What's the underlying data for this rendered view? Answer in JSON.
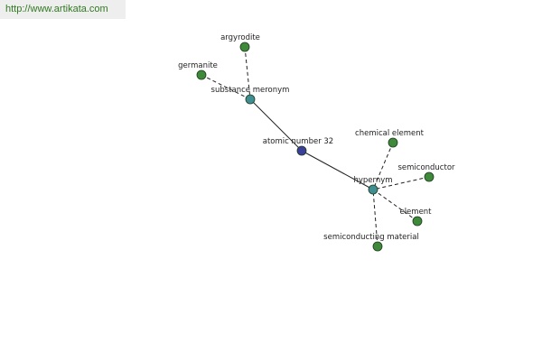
{
  "watermark": {
    "text": "http://www.artikata.com"
  },
  "colors": {
    "center": "#3a3f9a",
    "relation": "#3f8f92",
    "leaf": "#3e8a3a",
    "node_stroke": "#1e3a1e",
    "edge": "#222222"
  },
  "graph": {
    "center": {
      "label": "atomic number 32"
    },
    "relations": [
      {
        "label": "substance meronym"
      },
      {
        "label": "hypernym"
      }
    ],
    "leaves": [
      {
        "label": "argyrodite"
      },
      {
        "label": "germanite"
      },
      {
        "label": "chemical element"
      },
      {
        "label": "semiconductor"
      },
      {
        "label": "element"
      },
      {
        "label": "semiconducting material"
      }
    ]
  }
}
